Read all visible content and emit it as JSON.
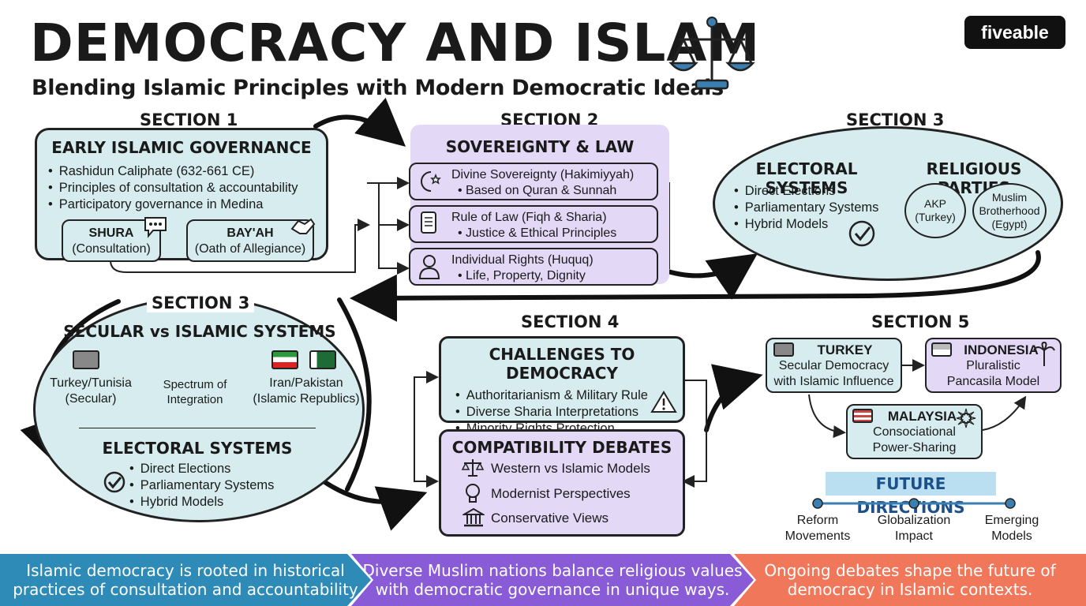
{
  "header": {
    "title": "DEMOCRACY AND ISLAM",
    "subtitle": "Blending Islamic Principles with Modern Democratic Ideals",
    "brand": "fiveable"
  },
  "section1": {
    "label": "SECTION 1",
    "heading": "EARLY ISLAMIC GOVERNANCE",
    "bullets": [
      "Rashidun Caliphate (632-661 CE)",
      "Principles of consultation & accountability",
      "Participatory governance in Medina"
    ],
    "shura": {
      "title": "SHURA",
      "sub": "(Consultation)"
    },
    "bayah": {
      "title": "BAY'AH",
      "sub": "(Oath of Allegiance)"
    }
  },
  "section2": {
    "label": "SECTION 2",
    "heading": "SOVEREIGNTY & LAW",
    "items": [
      {
        "title": "Divine Sovereignty (Hakimiyyah)",
        "sub": "Based on Quran & Sunnah"
      },
      {
        "title": "Rule of Law (Fiqh & Sharia)",
        "sub": "Justice & Ethical Principles"
      },
      {
        "title": "Individual Rights (Huquq)",
        "sub": "Life, Property, Dignity"
      }
    ]
  },
  "section3a": {
    "label": "SECTION 3",
    "electoral_heading": "ELECTORAL SYSTEMS",
    "electoral_items": [
      "Direct Elections",
      "Parliamentary Systems",
      "Hybrid Models"
    ],
    "parties_heading": "RELIGIOUS PARTIES",
    "party1": {
      "line1": "AKP",
      "line2": "(Turkey)"
    },
    "party2": {
      "line1": "Muslim",
      "line2": "Brotherhood",
      "line3": "(Egypt)"
    }
  },
  "section3b": {
    "label": "SECTION 3",
    "heading": "SECULAR vs ISLAMIC SYSTEMS",
    "left": {
      "line1": "Turkey/Tunisia",
      "line2": "(Secular)"
    },
    "middle": {
      "line1": "Spectrum of",
      "line2": "Integration"
    },
    "right": {
      "line1": "Iran/Pakistan",
      "line2": "(Islamic Republics)"
    },
    "electoral_heading": "ELECTORAL SYSTEMS",
    "electoral_items": [
      "Direct Elections",
      "Parliamentary Systems",
      "Hybrid Models"
    ]
  },
  "section4": {
    "label": "SECTION 4",
    "challenges_heading": "CHALLENGES TO DEMOCRACY",
    "challenges": [
      "Authoritarianism & Military Rule",
      "Diverse Sharia Interpretations",
      "Minority Rights Protection"
    ],
    "debates_heading": "COMPATIBILITY DEBATES",
    "debates": [
      "Western vs Islamic Models",
      "Modernist Perspectives",
      "Conservative Views"
    ]
  },
  "section5": {
    "label": "SECTION 5",
    "turkey": {
      "title": "TURKEY",
      "line1": "Secular Democracy",
      "line2": "with Islamic Influence"
    },
    "indonesia": {
      "title": "INDONESIA",
      "line1": "Pluralistic",
      "line2": "Pancasila Model"
    },
    "malaysia": {
      "title": "MALAYSIA",
      "line1": "Consociational",
      "line2": "Power-Sharing"
    },
    "future_heading": "FUTURE DIRECTIONS",
    "future": [
      {
        "line1": "Reform",
        "line2": "Movements"
      },
      {
        "line1": "Globalization",
        "line2": "Impact"
      },
      {
        "line1": "Emerging",
        "line2": "Models"
      }
    ]
  },
  "banners": [
    {
      "line1": "Islamic democracy is rooted in historical",
      "line2": "practices of consultation and accountability",
      "color": "#2e8bb8"
    },
    {
      "line1": "Diverse Muslim nations balance religious values",
      "line2": "with democratic governance in unique ways.",
      "color": "#8a5bd6"
    },
    {
      "line1": "Ongoing debates shape the future of",
      "line2": "democracy in Islamic contexts.",
      "color": "#f0775a"
    }
  ],
  "colors": {
    "teal": "#d6ecef",
    "lavender": "#e3d8f6",
    "future_band": "#b9dff0",
    "icon_blue": "#3b7fb0"
  }
}
